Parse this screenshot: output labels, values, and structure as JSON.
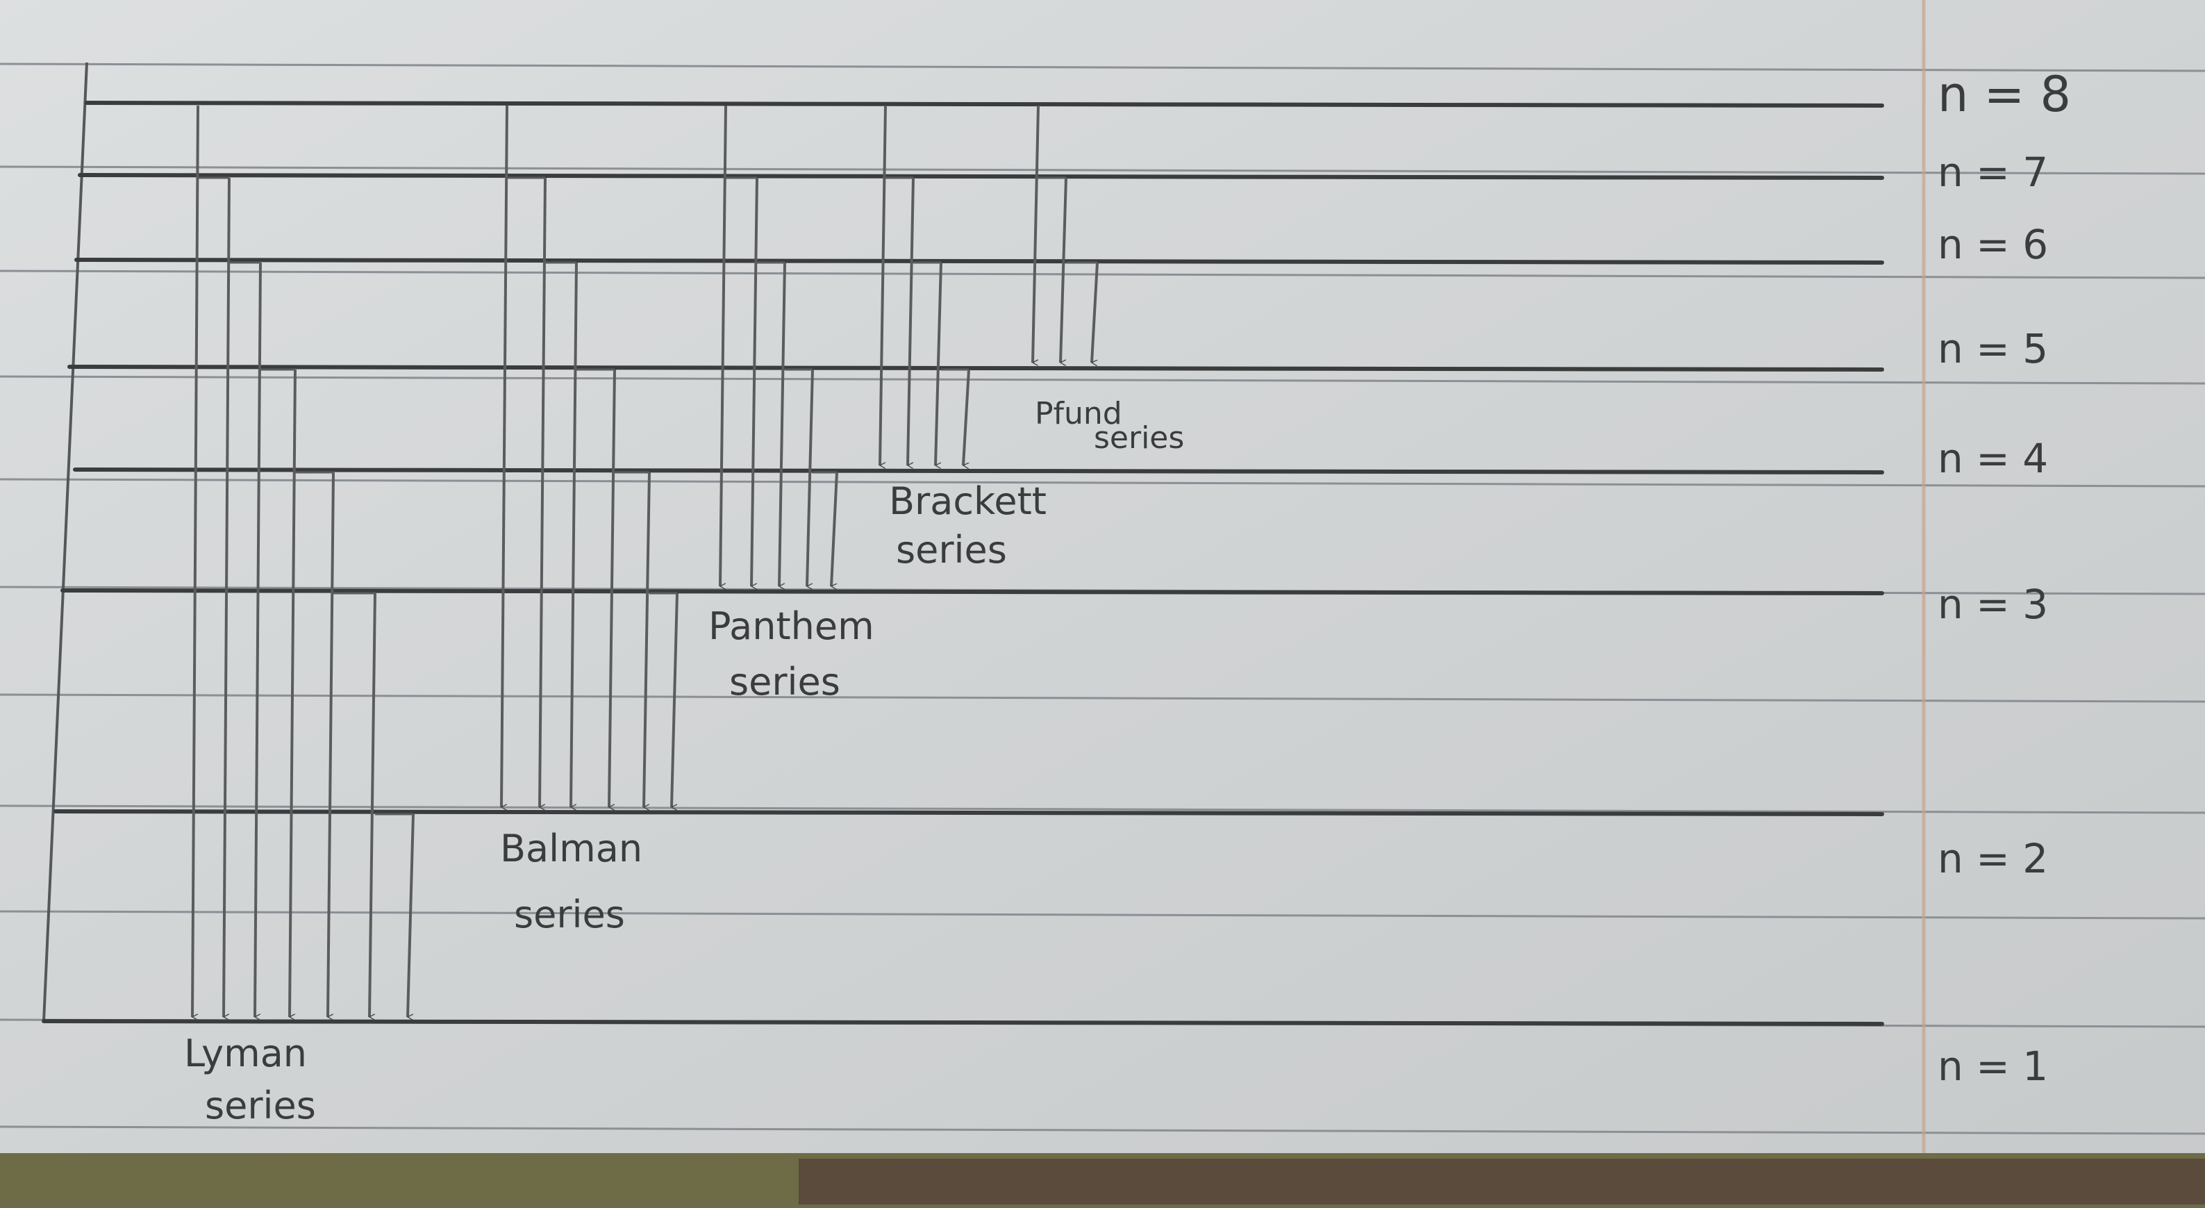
{
  "diagram": {
    "levels": [
      {
        "key": "n8",
        "label": "n = 8"
      },
      {
        "key": "n7",
        "label": "n = 7"
      },
      {
        "key": "n6",
        "label": "n = 6"
      },
      {
        "key": "n5",
        "label": "n = 5"
      },
      {
        "key": "n4",
        "label": "n = 4"
      },
      {
        "key": "n3",
        "label": "n = 3"
      },
      {
        "key": "n2",
        "label": "n = 2"
      },
      {
        "key": "n1",
        "label": "n = 1"
      }
    ],
    "series": [
      {
        "key": "lyman",
        "name": "Lyman",
        "name_line2": "series",
        "to_level": 1,
        "from_levels": [
          8,
          7,
          6,
          5,
          4,
          3,
          2
        ]
      },
      {
        "key": "balmer",
        "name": "Balman",
        "name_line2": "series",
        "to_level": 2,
        "from_levels": [
          8,
          7,
          6,
          5,
          4,
          3
        ]
      },
      {
        "key": "paschen",
        "name": "Panthem",
        "name_line2": "series",
        "to_level": 3,
        "from_levels": [
          8,
          7,
          6,
          5,
          4
        ]
      },
      {
        "key": "brackett",
        "name": "Brackett",
        "name_line2": "series",
        "to_level": 4,
        "from_levels": [
          8,
          7,
          6,
          5
        ]
      },
      {
        "key": "pfund",
        "name": "Pfund",
        "name_line2": "series",
        "to_level": 5,
        "from_levels": [
          8,
          7,
          6
        ]
      }
    ],
    "colors": {
      "paper": "#d9dcdd",
      "ink": "#3a3c3e",
      "rule": "#8a9096",
      "margin_rule": "#c8a58a"
    }
  }
}
